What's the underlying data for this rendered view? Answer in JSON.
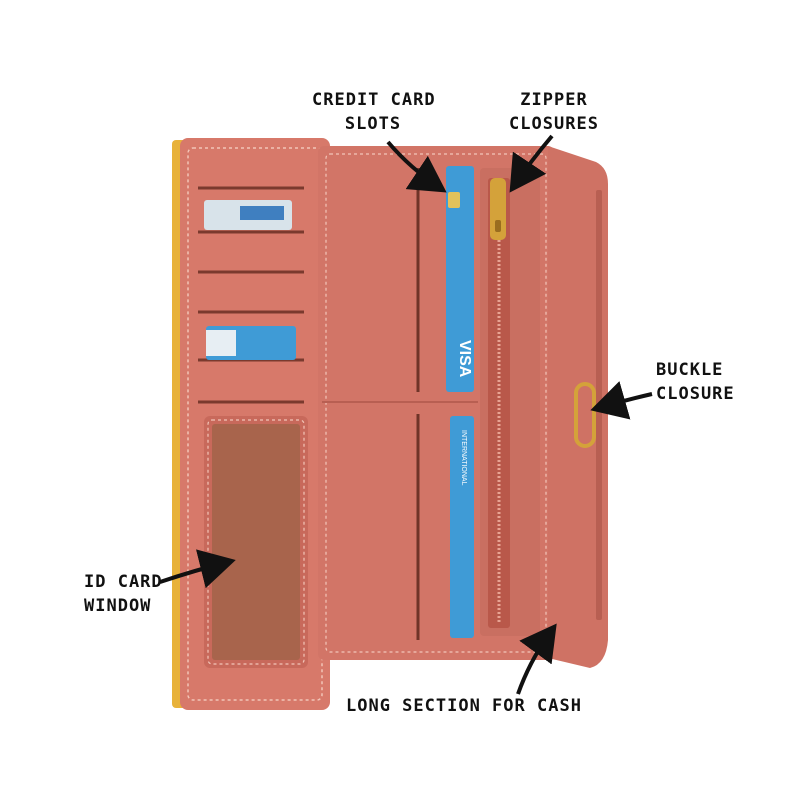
{
  "labels": {
    "credit_card_slots": {
      "line1": "CREDIT CARD",
      "line2": "SLOTS"
    },
    "zipper_closures": {
      "line1": "ZIPPER",
      "line2": "CLOSURES"
    },
    "buckle_closure": {
      "line1": "BUCKLE",
      "line2": "CLOSURE"
    },
    "id_card_window": {
      "line1": "ID CARD",
      "line2": "WINDOW"
    },
    "long_section_for_cash": {
      "line1": "LONG SECTION FOR CASH"
    }
  },
  "card_text": {
    "visa_top": "VISA",
    "international": "INTERNATIONAL"
  },
  "colors": {
    "leather": "#d7796a",
    "leather_dark": "#b85f52",
    "stitch": "#f2c5b8",
    "lining_yellow": "#e8b23a",
    "window_interior": "#a8644c",
    "card_blue": "#3f9bd6",
    "zipper_gold": "#d4a23a",
    "arrow": "#111111"
  }
}
